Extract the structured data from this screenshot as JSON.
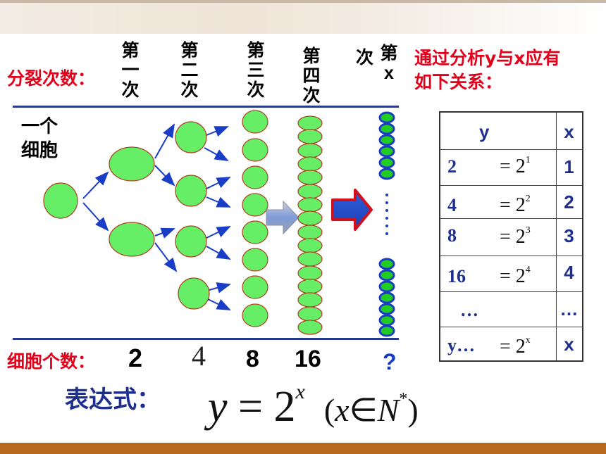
{
  "split_label": "分裂次数：",
  "generation_labels": [
    "第一次",
    "第二次",
    "第三次",
    "第四次"
  ],
  "generation_x_label": {
    "ci": "次",
    "di": "第",
    "x": "x"
  },
  "one_cell_label": {
    "line1": "一个",
    "line2": "细胞"
  },
  "cell_count_label": "细胞个数：",
  "cell_counts": [
    "2",
    "4",
    "8",
    "16",
    "?"
  ],
  "analysis_text": {
    "line1": "通过分析y与x应有",
    "line2": "如下关系："
  },
  "table": {
    "headers": {
      "y": "y",
      "x": "x"
    },
    "rows": [
      {
        "y": "2",
        "eq": "= 2",
        "exp": "1",
        "x": "1"
      },
      {
        "y": "4",
        "eq": "= 2",
        "exp": "2",
        "x": "2"
      },
      {
        "y": "8",
        "eq": "= 2",
        "exp": "3",
        "x": "3"
      },
      {
        "y": "16",
        "eq": "= 2",
        "exp": "4",
        "x": "4"
      },
      {
        "y": "…",
        "eq": "",
        "exp": "",
        "x": "…"
      },
      {
        "y": "y…",
        "eq": "= 2",
        "exp": "x",
        "x": "x"
      }
    ]
  },
  "expression_label": "表达式：",
  "formula": {
    "lhs": "y",
    "eq": "=",
    "base": "2",
    "exp": "x",
    "cond_open": "(",
    "cond_var": "x",
    "cond_in": "∈",
    "cond_set": "N",
    "cond_star": "*",
    "cond_close": ")"
  },
  "ellipsis_dots": "⋮",
  "colors": {
    "cell_fill": "#66ee66",
    "cell_stroke": "#b04020",
    "arrow": "#1a3dc8",
    "title_red": "#e3001b",
    "line_blue": "#2a3a8a"
  },
  "icons": [
    "gray-blue-right-arrow-icon",
    "red-blue-right-arrow-icon"
  ]
}
